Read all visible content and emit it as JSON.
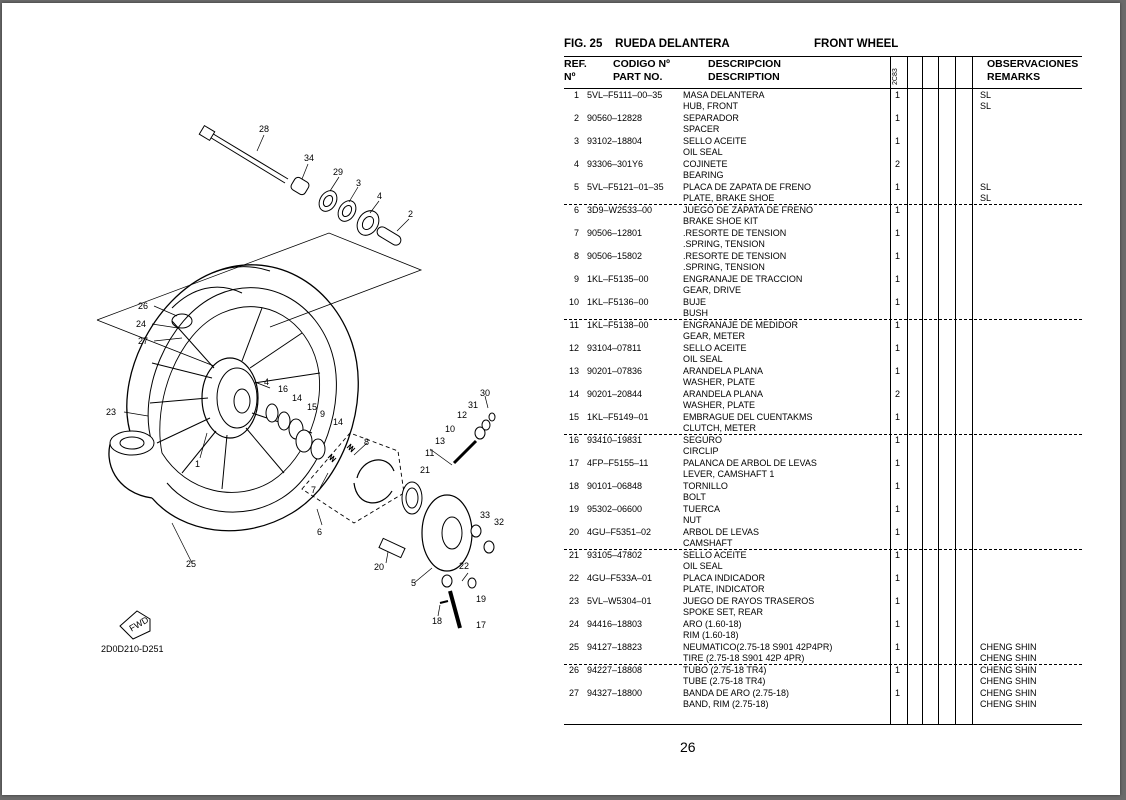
{
  "figure": {
    "number_label": "FIG.  25",
    "title_es": "RUEDA DELANTERA",
    "title_en": "FRONT WHEEL",
    "diagram_code": "2D0D210-D251",
    "fwd_label": "FWD",
    "callouts": [
      "28",
      "34",
      "29",
      "3",
      "4",
      "2",
      "26",
      "24",
      "27",
      "4",
      "16",
      "14",
      "15",
      "9",
      "14",
      "23",
      "1",
      "8",
      "7",
      "6",
      "21",
      "30",
      "31",
      "12",
      "10",
      "13",
      "11",
      "5",
      "33",
      "32",
      "22",
      "19",
      "20",
      "18",
      "17",
      "25"
    ]
  },
  "table": {
    "headers": {
      "ref_es": "REF.",
      "ref_no": "Nº",
      "code_es": "CODIGO Nº",
      "code_en": "PART NO.",
      "desc_es": "DESCRIPCION",
      "desc_en": "DESCRIPTION",
      "model": "2C83",
      "remarks_es": "OBSERVACIONES",
      "remarks_en": "REMARKS"
    },
    "rows": [
      {
        "ref": "1",
        "part": "5VL–F5111–00–35",
        "es": "MASA  DELANTERA",
        "en": "HUB, FRONT",
        "qty": "1",
        "r1": "SL",
        "r2": "SL",
        "dash": false
      },
      {
        "ref": "2",
        "part": "90560–12828",
        "es": "SEPARADOR",
        "en": "SPACER",
        "qty": "1",
        "r1": "",
        "r2": "",
        "dash": false
      },
      {
        "ref": "3",
        "part": "93102–18804",
        "es": "SELLO ACEITE",
        "en": "OIL SEAL",
        "qty": "1",
        "r1": "",
        "r2": "",
        "dash": false
      },
      {
        "ref": "4",
        "part": "93306–301Y6",
        "es": "COJINETE",
        "en": "BEARING",
        "qty": "2",
        "r1": "",
        "r2": "",
        "dash": false
      },
      {
        "ref": "5",
        "part": "5VL–F5121–01–35",
        "es": "PLACA  DE ZAPATA DE FRENO",
        "en": "PLATE, BRAKE SHOE",
        "qty": "1",
        "r1": "SL",
        "r2": "SL",
        "dash": true
      },
      {
        "ref": "6",
        "part": "3D9–W2533–00",
        "es": "JUEGO DE ZAPATA DE FRENO",
        "en": "BRAKE SHOE KIT",
        "qty": "1",
        "r1": "",
        "r2": "",
        "dash": false
      },
      {
        "ref": "7",
        "part": "90506–12801",
        "es": ".RESORTE  DE TENSION",
        "en": ".SPRING, TENSION",
        "qty": "1",
        "r1": "",
        "r2": "",
        "dash": false
      },
      {
        "ref": "8",
        "part": "90506–15802",
        "es": ".RESORTE  DE TENSION",
        "en": ".SPRING, TENSION",
        "qty": "1",
        "r1": "",
        "r2": "",
        "dash": false
      },
      {
        "ref": "9",
        "part": "1KL–F5135–00",
        "es": "ENGRANAJE  DE TRACCION",
        "en": "GEAR, DRIVE",
        "qty": "1",
        "r1": "",
        "r2": "",
        "dash": false
      },
      {
        "ref": "10",
        "part": "1KL–F5136–00",
        "es": "BUJE",
        "en": "BUSH",
        "qty": "1",
        "r1": "",
        "r2": "",
        "dash": true
      },
      {
        "ref": "11",
        "part": "1KL–F5138–00",
        "es": "ENGRANAJE  DE MEDIDOR",
        "en": "GEAR, METER",
        "qty": "1",
        "r1": "",
        "r2": "",
        "dash": false
      },
      {
        "ref": "12",
        "part": "93104–07811",
        "es": "SELLO ACEITE",
        "en": "OIL SEAL",
        "qty": "1",
        "r1": "",
        "r2": "",
        "dash": false
      },
      {
        "ref": "13",
        "part": "90201–07836",
        "es": "ARANDELA PLANA",
        "en": "WASHER, PLATE",
        "qty": "1",
        "r1": "",
        "r2": "",
        "dash": false
      },
      {
        "ref": "14",
        "part": "90201–20844",
        "es": "ARANDELA PLANA",
        "en": "WASHER, PLATE",
        "qty": "2",
        "r1": "",
        "r2": "",
        "dash": false
      },
      {
        "ref": "15",
        "part": "1KL–F5149–01",
        "es": "EMBRAGUE DEL CUENTAKMS",
        "en": "CLUTCH, METER",
        "qty": "1",
        "r1": "",
        "r2": "",
        "dash": true
      },
      {
        "ref": "16",
        "part": "93410–19831",
        "es": "SEGURO",
        "en": "CIRCLIP",
        "qty": "1",
        "r1": "",
        "r2": "",
        "dash": false
      },
      {
        "ref": "17",
        "part": "4FP–F5155–11",
        "es": "PALANCA  DE ARBOL DE LEVAS",
        "en": "LEVER, CAMSHAFT 1",
        "qty": "1",
        "r1": "",
        "r2": "",
        "dash": false
      },
      {
        "ref": "18",
        "part": "90101–06848",
        "es": "TORNILLO",
        "en": "BOLT",
        "qty": "1",
        "r1": "",
        "r2": "",
        "dash": false
      },
      {
        "ref": "19",
        "part": "95302–06600",
        "es": "TUERCA",
        "en": "NUT",
        "qty": "1",
        "r1": "",
        "r2": "",
        "dash": false
      },
      {
        "ref": "20",
        "part": "4GU–F5351–02",
        "es": "ARBOL DE LEVAS",
        "en": "CAMSHAFT",
        "qty": "1",
        "r1": "",
        "r2": "",
        "dash": true
      },
      {
        "ref": "21",
        "part": "93105–47802",
        "es": "SELLO ACEITE",
        "en": "OIL SEAL",
        "qty": "1",
        "r1": "",
        "r2": "",
        "dash": false
      },
      {
        "ref": "22",
        "part": "4GU–F533A–01",
        "es": "PLACA  INDICADOR",
        "en": "PLATE, INDICATOR",
        "qty": "1",
        "r1": "",
        "r2": "",
        "dash": false
      },
      {
        "ref": "23",
        "part": "5VL–W5304–01",
        "es": "JUEGO DE RAYOS  TRASEROS",
        "en": "SPOKE SET, REAR",
        "qty": "1",
        "r1": "",
        "r2": "",
        "dash": false
      },
      {
        "ref": "24",
        "part": "94416–18803",
        "es": "ARO (1.60-18)",
        "en": "RIM (1.60-18)",
        "qty": "1",
        "r1": "",
        "r2": "",
        "dash": false
      },
      {
        "ref": "25",
        "part": "94127–18823",
        "es": "NEUMATICO(2.75-18 S901 42P4PR)",
        "en": "TIRE (2.75-18 S901 42P 4PR)",
        "qty": "1",
        "r1": "CHENG SHIN",
        "r2": "CHENG SHIN",
        "dash": true
      },
      {
        "ref": "26",
        "part": "94227–18808",
        "es": "TUBO  (2.75-18 TR4)",
        "en": "TUBE (2.75-18 TR4)",
        "qty": "1",
        "r1": "CHENG SHIN",
        "r2": "CHENG SHIN",
        "dash": false
      },
      {
        "ref": "27",
        "part": "94327–18800",
        "es": "BANDA  DE ARO (2.75-18)",
        "en": "BAND, RIM (2.75-18)",
        "qty": "1",
        "r1": "CHENG SHIN",
        "r2": "CHENG SHIN",
        "dash": false
      }
    ]
  },
  "page_number": "26"
}
